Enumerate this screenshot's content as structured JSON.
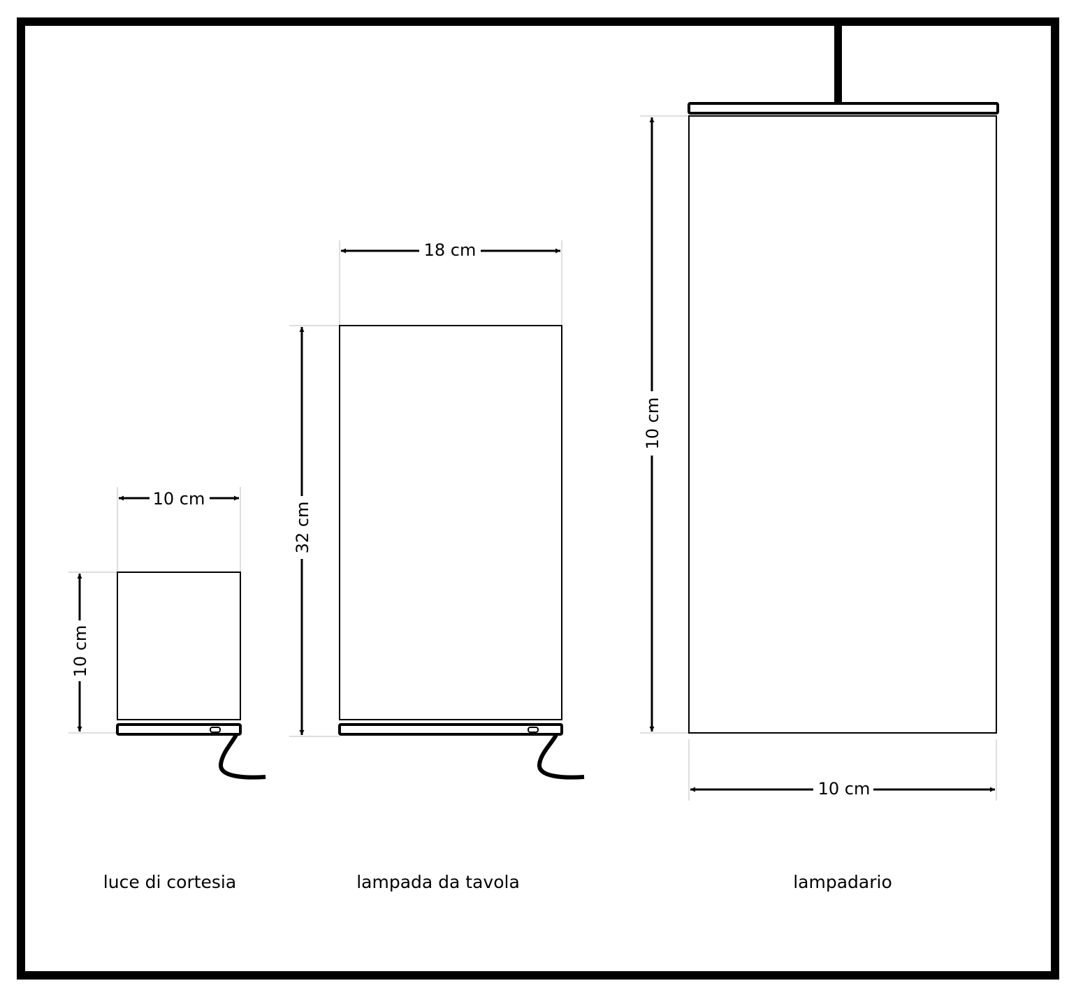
{
  "lamps": [
    {
      "id": "luce",
      "caption": "luce di cortesia",
      "width_label": "10 cm",
      "height_label": "10 cm"
    },
    {
      "id": "lampada",
      "caption": "lampada da tavola",
      "width_label": "18 cm",
      "height_label": "32 cm"
    },
    {
      "id": "lampadario",
      "caption": "lampadario",
      "width_label": "10 cm",
      "height_label": "10 cm"
    }
  ]
}
